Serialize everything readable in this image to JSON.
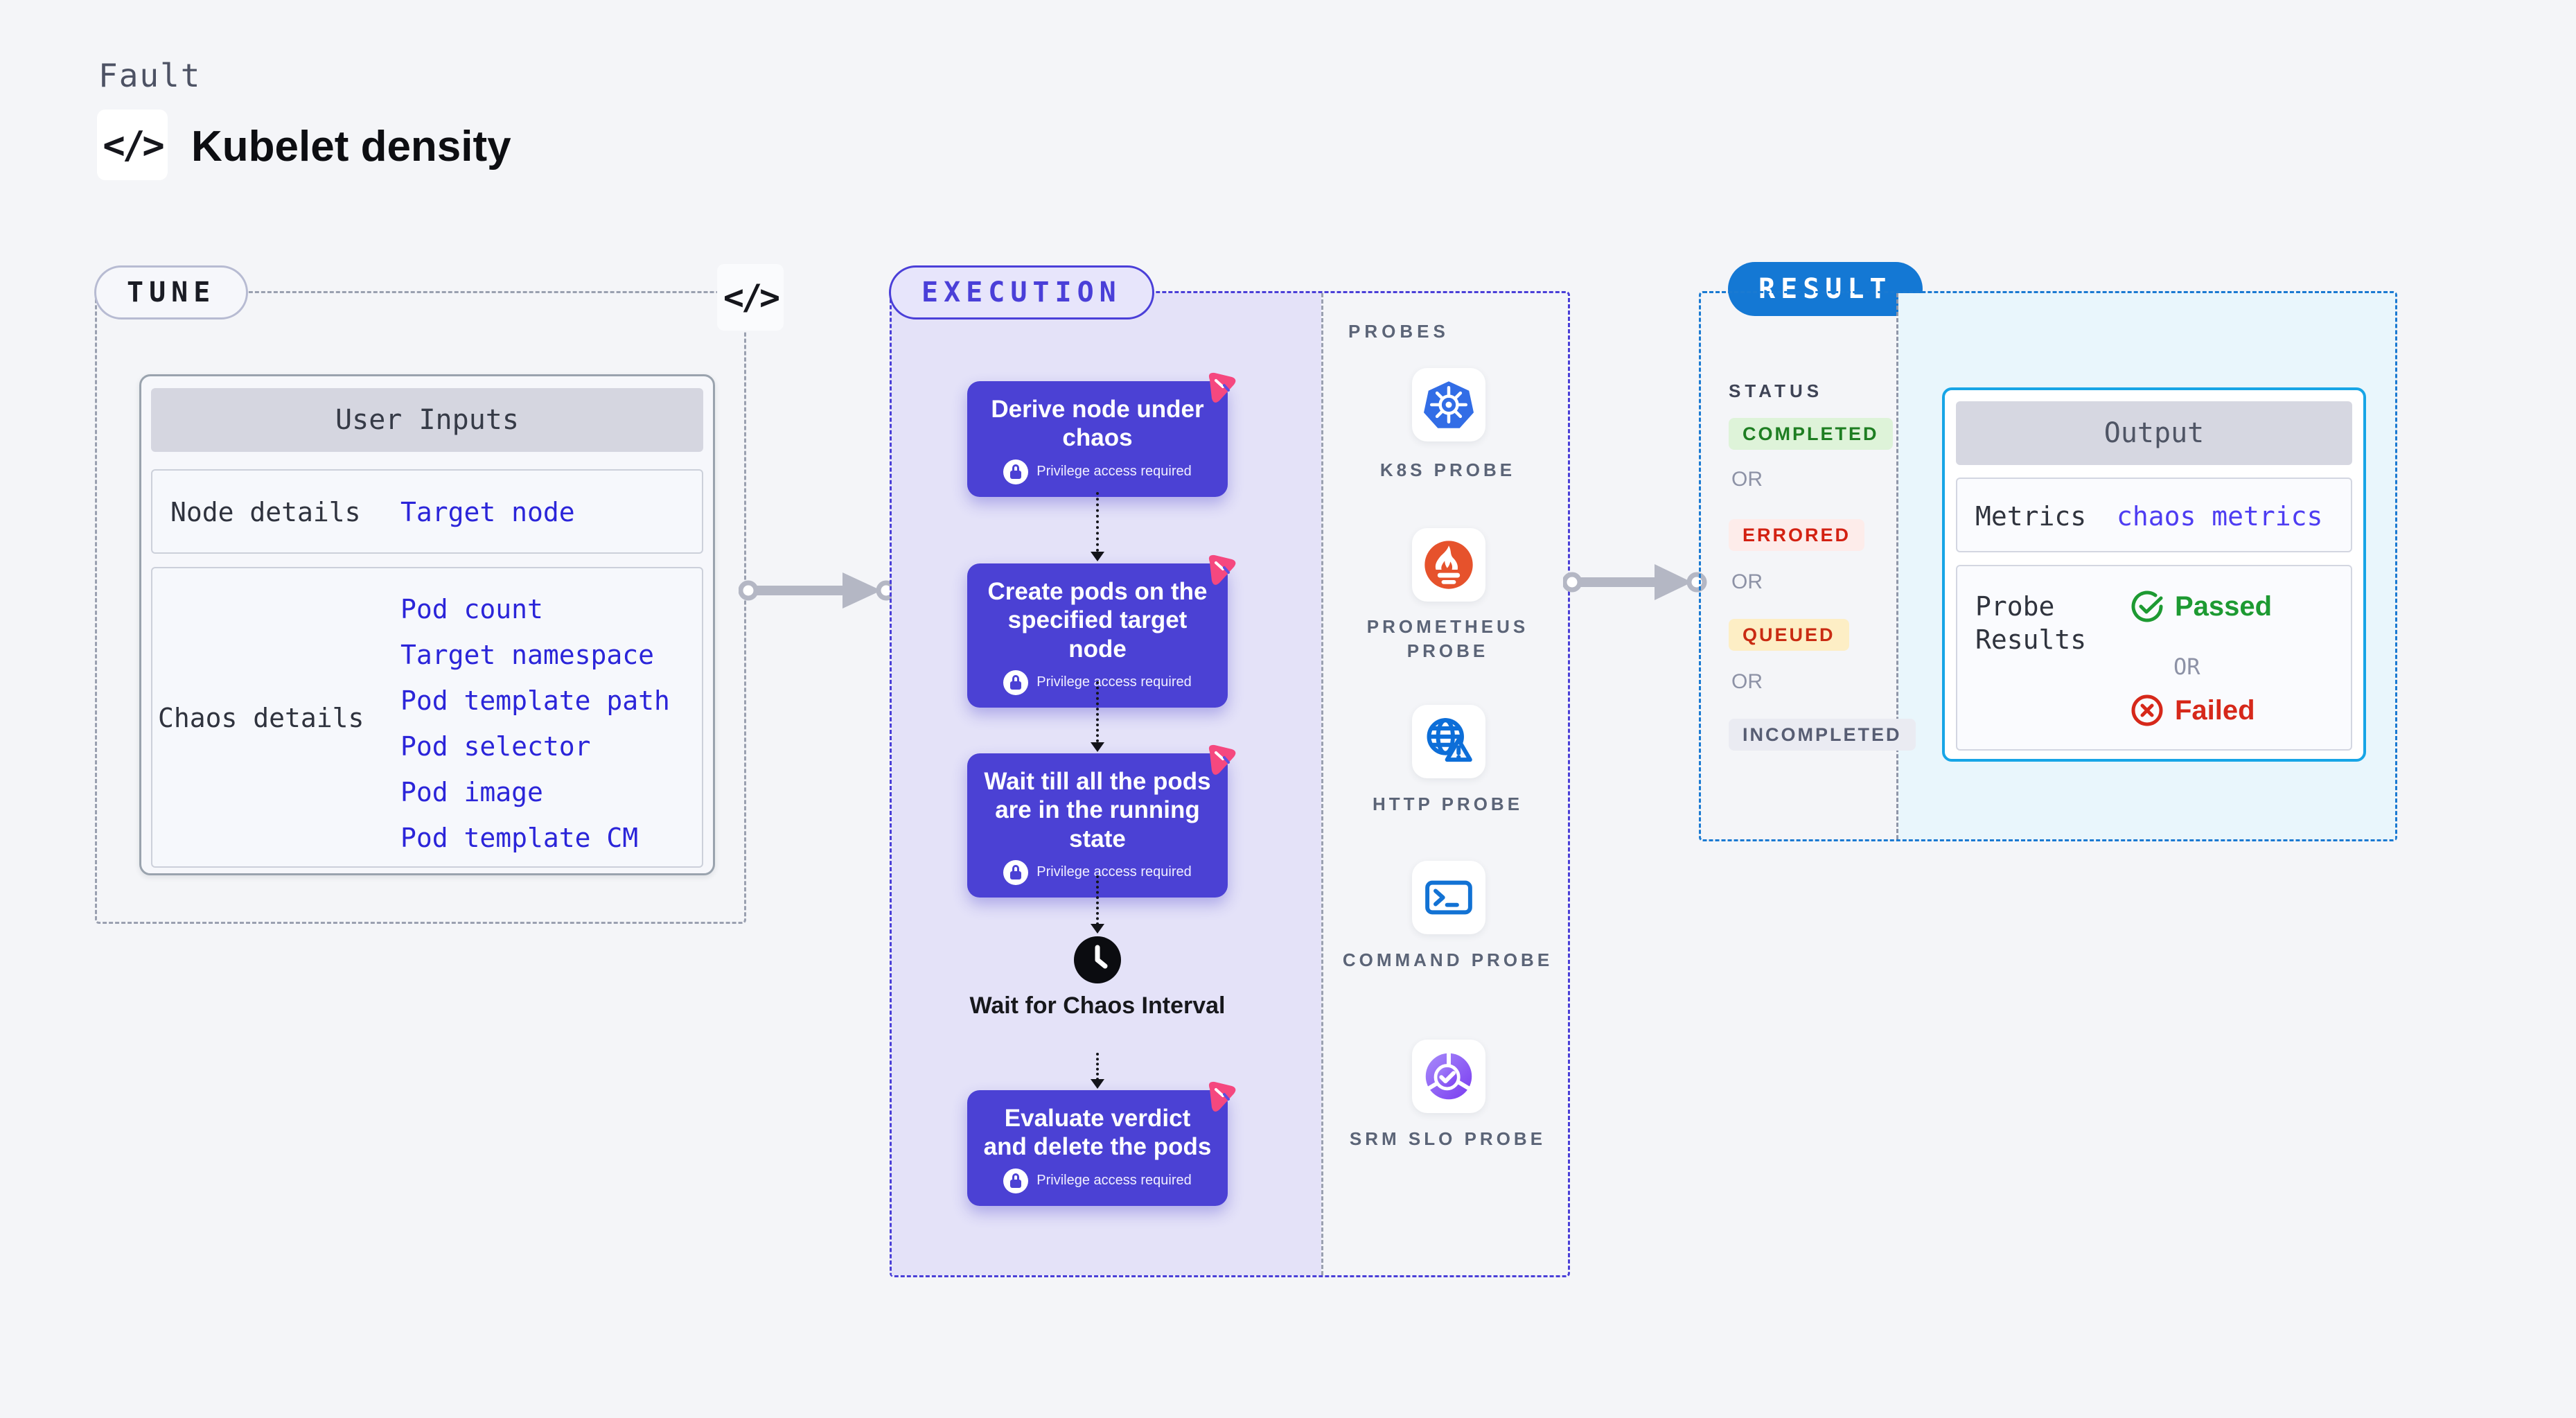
{
  "header": {
    "eyebrow": "Fault",
    "title": "Kubelet density",
    "code_icon": "</>"
  },
  "tune": {
    "badge": "TUNE",
    "code_icon": "</>",
    "user_inputs": {
      "title": "User Inputs",
      "rows": [
        {
          "label": "Node details",
          "values": [
            "Target node"
          ]
        },
        {
          "label": "Chaos details",
          "values": [
            "Pod count",
            "Target namespace",
            "Pod template path",
            "Pod selector",
            "Pod image",
            "Pod template CM"
          ]
        }
      ]
    }
  },
  "execution": {
    "badge": "EXECUTION",
    "steps": [
      {
        "title": "Derive node under chaos",
        "note": "Privilege access required"
      },
      {
        "title": "Create pods on the specified target node",
        "note": "Privilege access required"
      },
      {
        "title": "Wait till all the pods are in the running state",
        "note": "Privilege access required"
      },
      {
        "title": "Evaluate verdict and delete the pods",
        "note": "Privilege access required"
      }
    ],
    "wait_step": "Wait for Chaos Interval",
    "probes": {
      "heading": "PROBES",
      "items": [
        {
          "label": "K8S PROBE",
          "icon": "kubernetes-icon"
        },
        {
          "label": "PROMETHEUS PROBE",
          "icon": "prometheus-icon"
        },
        {
          "label": "HTTP PROBE",
          "icon": "globe-warning-icon"
        },
        {
          "label": "COMMAND PROBE",
          "icon": "terminal-icon"
        },
        {
          "label": "SRM SLO PROBE",
          "icon": "slo-donut-check-icon"
        }
      ]
    }
  },
  "result": {
    "badge": "RESULT",
    "status": {
      "heading": "STATUS",
      "completed": "COMPLETED",
      "or1": "OR",
      "errored": "ERRORED",
      "or2": "OR",
      "queued": "QUEUED",
      "or3": "OR",
      "incompleted": "INCOMPLETED"
    },
    "output": {
      "title": "Output",
      "metrics_label": "Metrics",
      "metrics_value": "chaos metrics",
      "probe_results_label": "Probe Results",
      "passed": "Passed",
      "or": "OR",
      "failed": "Failed"
    }
  },
  "colors": {
    "page_bg": "#f4f5f8",
    "indigo_node": "#4b41d4",
    "indigo_border": "#4a3fd8",
    "exec_panel": "#e4e2f8",
    "link_blue": "#2b25d9",
    "result_blue": "#1478d4",
    "output_border": "#17a5e6",
    "result_panel": "#e9f6fc",
    "passed_green": "#1d9a32",
    "failed_red": "#d6281a",
    "pink_badge": "#f5487f",
    "k8s_blue": "#326de6",
    "prometheus_orange": "#e6522c",
    "http_blue": "#0d6ed8",
    "gray_label": "#5b6477"
  }
}
